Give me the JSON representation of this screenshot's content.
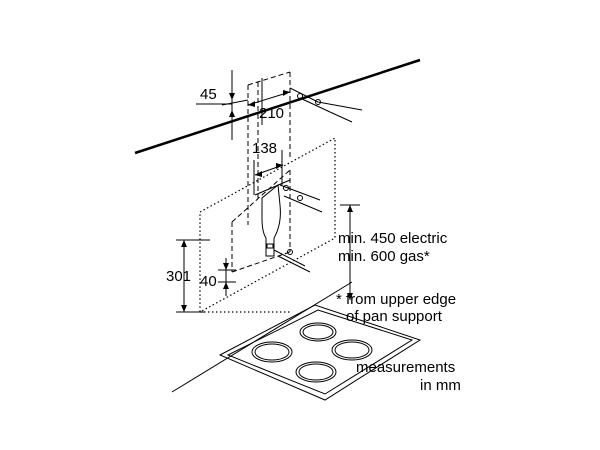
{
  "dimensions": {
    "top_offset": "45",
    "bracket_width": "210",
    "chimney_width": "138",
    "hood_height": "301",
    "bottom_offset": "40"
  },
  "notes": {
    "min_electric": "min. 450 electric",
    "min_gas": "min. 600 gas*",
    "footnote_line1": "* from upper edge",
    "footnote_line2": "of pan support",
    "units_line1": "measurements",
    "units_line2": "in mm"
  }
}
